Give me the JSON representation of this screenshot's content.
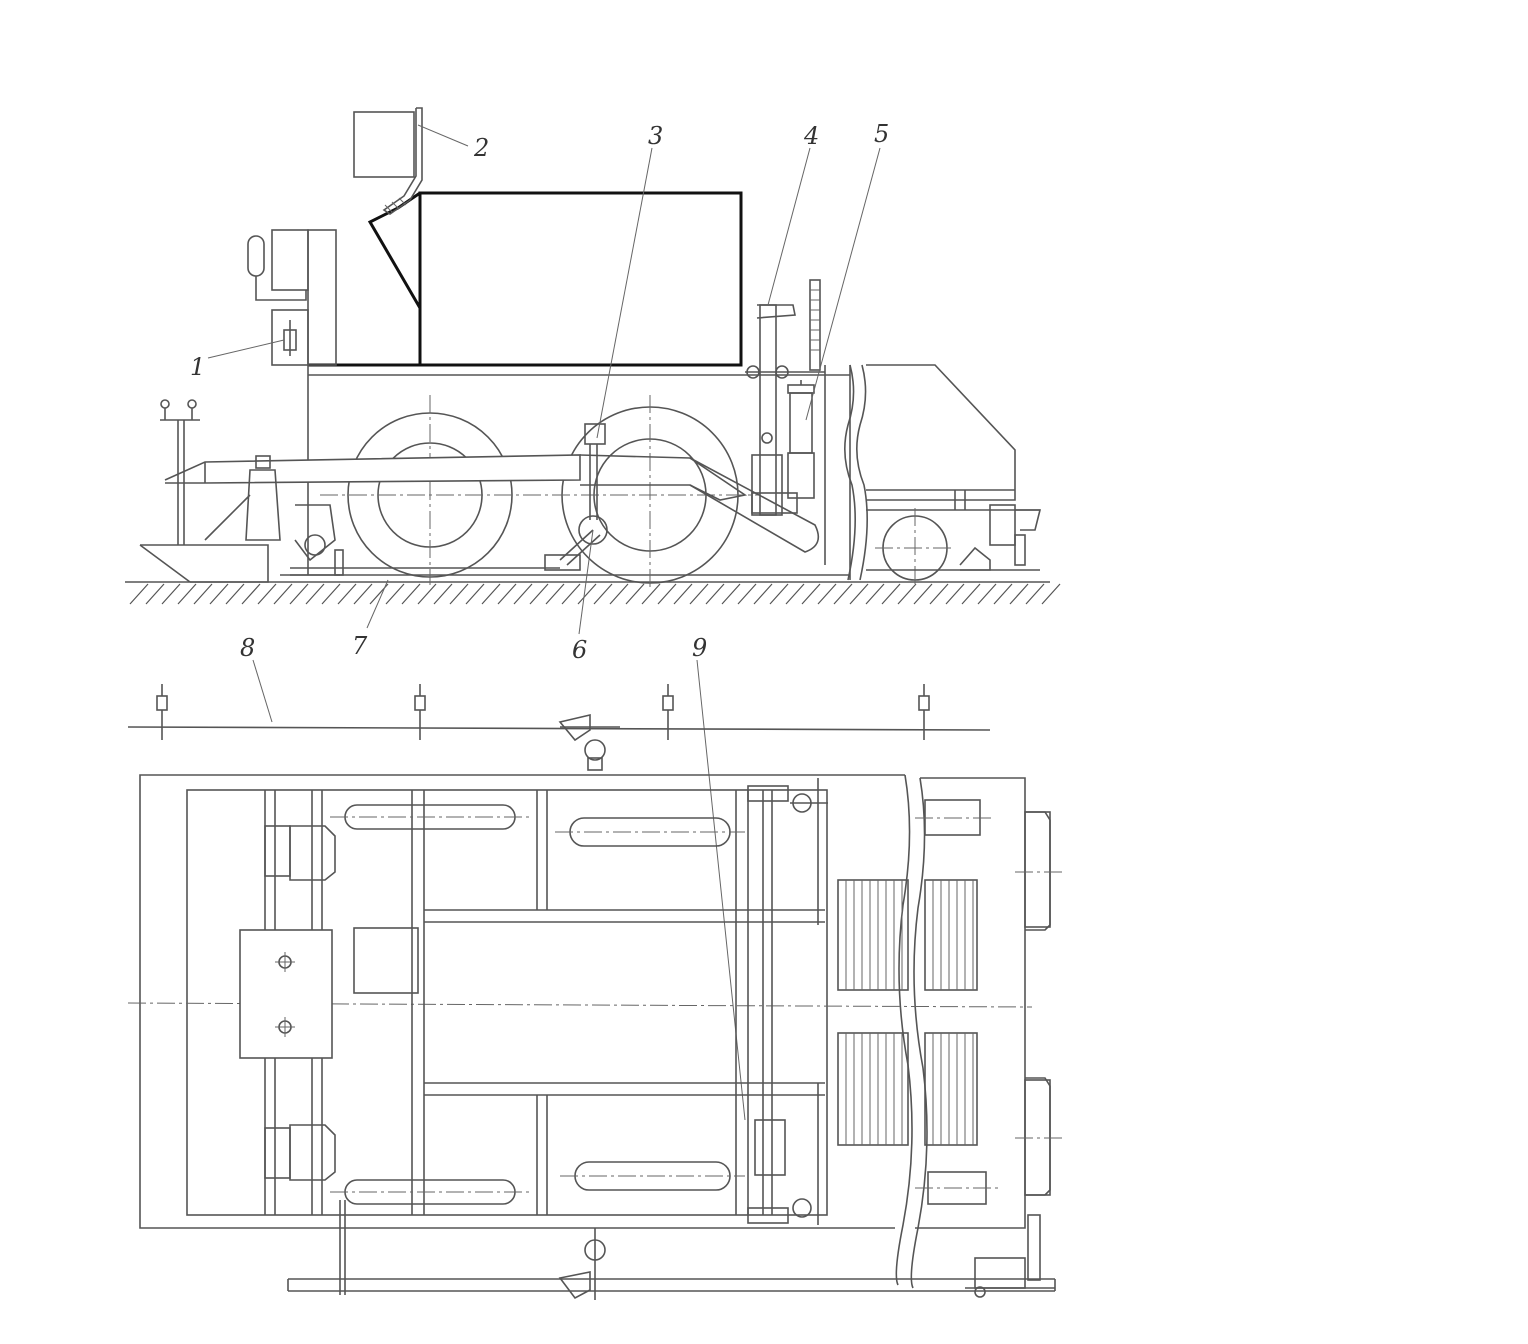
{
  "labels": {
    "l1": "1",
    "l2": "2",
    "l3": "3",
    "l4": "4",
    "l5": "5",
    "l6": "6",
    "l7": "7",
    "l8": "8",
    "l9": "9"
  },
  "colors": {
    "line": "#555555",
    "outline": "#111111",
    "background": "#ffffff"
  }
}
